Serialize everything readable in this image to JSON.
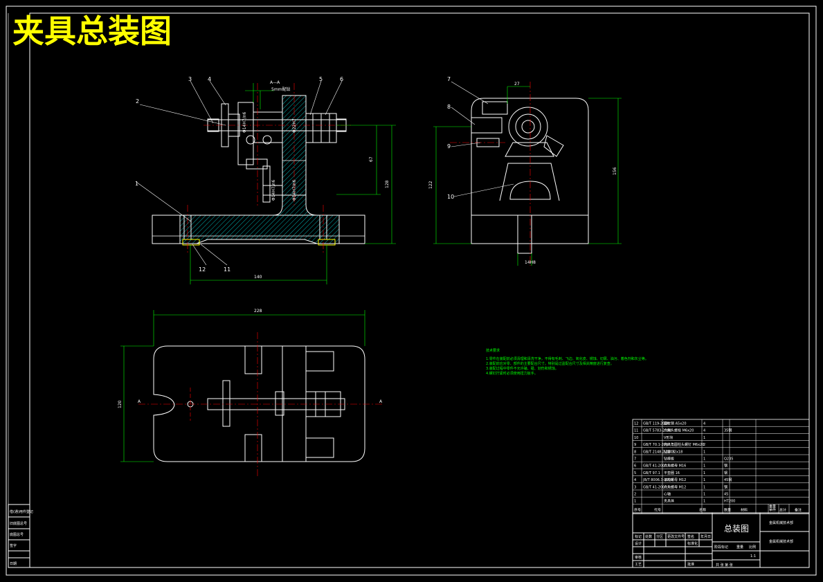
{
  "drawing_title": "夹具总装图",
  "section_label": "A—A",
  "section_dim": "5mm配钻",
  "left_part_numbers": [
    "3",
    "4",
    "5",
    "6",
    "2",
    "1",
    "12",
    "11"
  ],
  "right_part_numbers": [
    "7",
    "8",
    "9",
    "10"
  ],
  "dimensions": {
    "front_width": "140",
    "front_height_total": "128",
    "front_height_mid": "67",
    "side_top": "27",
    "side_height_a": "122",
    "side_height_b": "156",
    "side_bottom": "14H8",
    "plan_width": "228",
    "plan_height": "120",
    "fit_1": "Φ14H7/n6",
    "fit_2": "Φ22H7",
    "fit_3": "Φ14H7/n6",
    "fit_4": "Φ14H7/n6"
  },
  "section_marks": {
    "a_left": "A",
    "a_right": "A"
  },
  "tech_requirements": {
    "heading": "技术要求",
    "items": [
      "1.零件在装配前必须清理和清洗干净，不得有毛刺、飞边、氧化皮、锈蚀、切屑、油污、着色剂和灰尘等。",
      "2.装配前应对零、部件的主要配合尺寸，特别是过盈配合尺寸及相关精度进行复查。",
      "3.装配过程中零件不允许磕、碰、划伤和锈蚀。",
      "4.螺钉拧紧时必须使用扭力扳手。"
    ]
  },
  "bom": {
    "rows": [
      {
        "no": "12",
        "code": "GB/T 119-2000",
        "name": "圆柱销 A5x20",
        "qty": "4",
        "mat": "",
        "note": ""
      },
      {
        "no": "11",
        "code": "GB/T 5783-2000",
        "name": "六角头螺栓 M6x20",
        "qty": "4",
        "mat": "35钢",
        "note": ""
      },
      {
        "no": "10",
        "code": "",
        "name": "V形块",
        "qty": "1",
        "mat": "",
        "note": ""
      },
      {
        "no": "9",
        "code": "GB/T 70.1-2008",
        "name": "内六角圆柱头螺钉 M6x20",
        "qty": "2",
        "mat": "",
        "note": ""
      },
      {
        "no": "8",
        "code": "GB/T 2148.2-2008",
        "name": "钻套 12x18",
        "qty": "1",
        "mat": "",
        "note": ""
      },
      {
        "no": "7",
        "code": "",
        "name": "钻模板",
        "qty": "1",
        "mat": "Q235",
        "note": ""
      },
      {
        "no": "6",
        "code": "GB/T 41-2000",
        "name": "六角螺母 M16",
        "qty": "1",
        "mat": "钢",
        "note": ""
      },
      {
        "no": "5",
        "code": "GB/T 97.1",
        "name": "平垫圈 16",
        "qty": "1",
        "mat": "钢",
        "note": ""
      },
      {
        "no": "4",
        "code": "JB/T 8006.3-1999",
        "name": "滚花螺母 M12",
        "qty": "1",
        "mat": "45钢",
        "note": ""
      },
      {
        "no": "3",
        "code": "GB/T 41-2000",
        "name": "六角螺母 M12",
        "qty": "1",
        "mat": "钢",
        "note": ""
      },
      {
        "no": "2",
        "code": "",
        "name": "心轴",
        "qty": "1",
        "mat": "45",
        "note": ""
      },
      {
        "no": "1",
        "code": "",
        "name": "夹具体",
        "qty": "1",
        "mat": "HT200",
        "note": ""
      }
    ],
    "header": {
      "no": "序号",
      "code": "代号",
      "name": "名称",
      "qty": "数量",
      "mat": "材料",
      "unit": "单件",
      "total": "总计",
      "weight": "重量",
      "note": "备注"
    }
  },
  "title_block": {
    "drawing_name": "总装图",
    "company_a": "金属机械技术部",
    "company_b": "金属机械技术部",
    "labels": [
      "标记",
      "处数",
      "分区",
      "更改文件号",
      "签名",
      "年月日"
    ],
    "design": "设计",
    "standard": "标准化",
    "review": "审核",
    "process": "工艺",
    "approve": "批准",
    "stage": "阶段标记",
    "weight": "重量",
    "ratio": "比例",
    "scale": "1:1",
    "sheet": "共 张 第 张"
  },
  "left_strip": [
    "借(通)用件登记",
    "旧底图总号",
    "底图总号",
    "签字",
    "日期"
  ],
  "colors": {
    "background": "#000000",
    "line": "#ffffff",
    "title": "#ffff00",
    "dimension": "#00ff00",
    "center": "#ff0000",
    "hatch": "#00ffff",
    "highlight": "#ff00ff"
  }
}
